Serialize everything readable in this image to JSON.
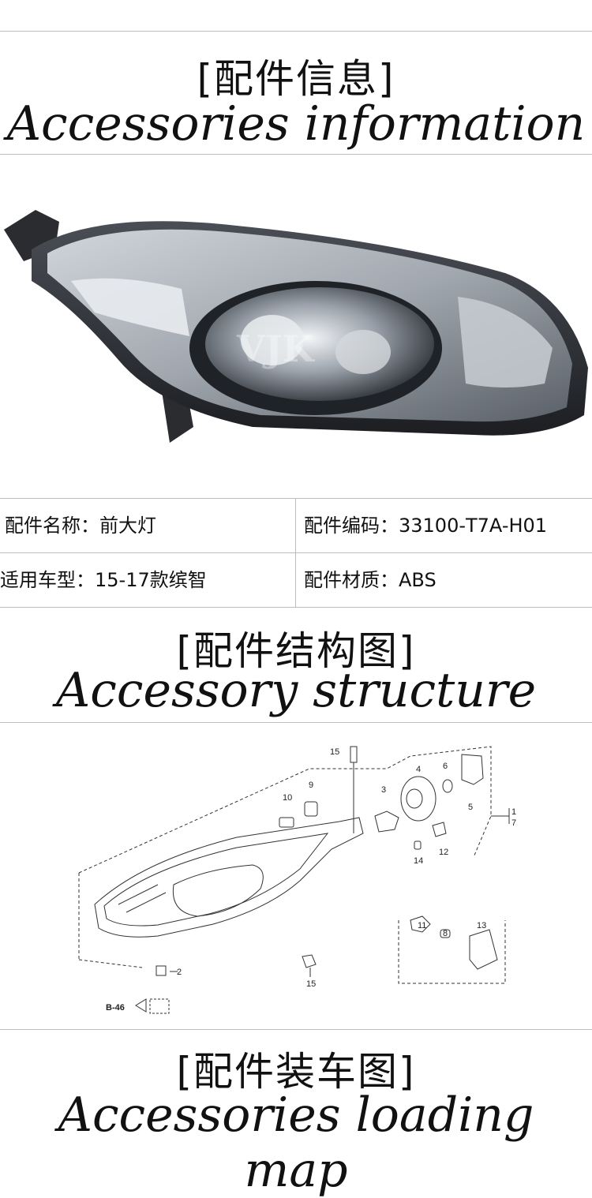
{
  "section1": {
    "title_cn": "[配件信息]",
    "title_en": "Accessories information"
  },
  "photo": {
    "watermark": "VJK"
  },
  "info": {
    "name": "配件名称：前大灯",
    "code": "配件编码：33100-T7A-H01",
    "model": "适用车型：15-17款缤智",
    "material": "配件材质：ABS"
  },
  "section2": {
    "title_cn": "[配件结构图]",
    "title_en": "Accessory structure"
  },
  "diagram": {
    "labels": {
      "p1": "1",
      "p7": "7",
      "p2": "2",
      "p3": "3",
      "p4": "4",
      "p5": "5",
      "p6": "6",
      "p8": "8",
      "p9": "9",
      "p10": "10",
      "p11": "11",
      "p12": "12",
      "p13": "13",
      "p14": "14",
      "p15a": "15",
      "p15b": "15",
      "ref": "B-46"
    }
  },
  "section3": {
    "title_cn": "[配件装车图]",
    "title_en": "Accessories loading map"
  }
}
